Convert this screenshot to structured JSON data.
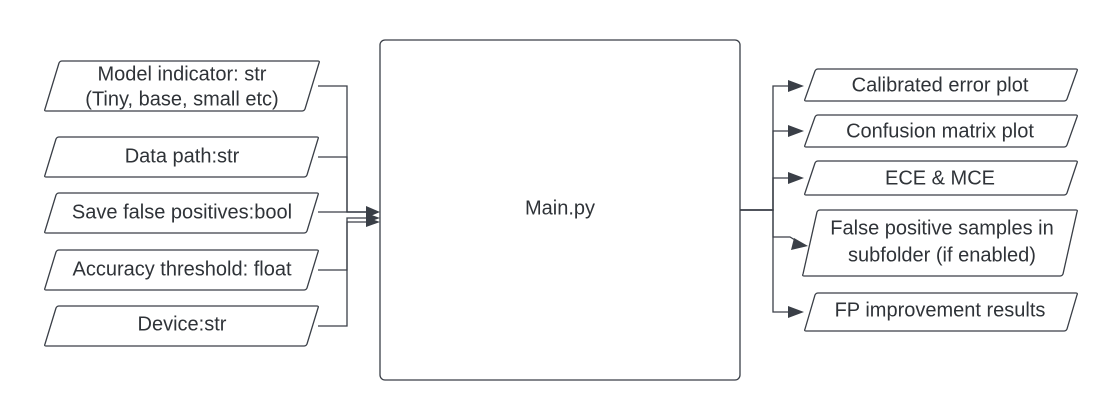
{
  "diagram": {
    "center": {
      "label": "Main.py"
    },
    "inputs": [
      {
        "lines": [
          "Model indicator: str",
          "(Tiny, base, small etc)"
        ]
      },
      {
        "lines": [
          "Data path:str"
        ]
      },
      {
        "lines": [
          "Save false positives:bool"
        ]
      },
      {
        "lines": [
          "Accuracy threshold: float"
        ]
      },
      {
        "lines": [
          "Device:str"
        ]
      }
    ],
    "outputs": [
      {
        "lines": [
          "Calibrated error plot"
        ]
      },
      {
        "lines": [
          "Confusion matrix plot"
        ]
      },
      {
        "lines": [
          "ECE & MCE"
        ]
      },
      {
        "lines": [
          "False positive samples in",
          "subfolder (if enabled)"
        ]
      },
      {
        "lines": [
          "FP improvement results"
        ]
      }
    ]
  }
}
